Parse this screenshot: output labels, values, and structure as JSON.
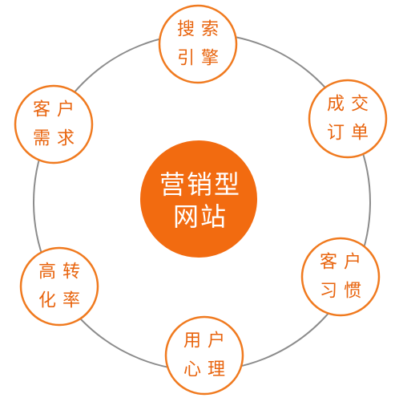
{
  "diagram": {
    "center": {
      "lines": [
        "营销型",
        "网站"
      ]
    },
    "nodes": [
      {
        "lines": [
          "搜索",
          "引擎"
        ]
      },
      {
        "lines": [
          "成交",
          "订单"
        ]
      },
      {
        "lines": [
          "客户",
          "习惯"
        ]
      },
      {
        "lines": [
          "用户",
          "心理"
        ]
      },
      {
        "lines": [
          "高转",
          "化率"
        ]
      },
      {
        "lines": [
          "客户",
          "需求"
        ]
      }
    ]
  },
  "colors": {
    "accent": "#f26b10",
    "accent_text": "#e8640e",
    "ring": "#8c8c8c",
    "background": "#ffffff"
  }
}
